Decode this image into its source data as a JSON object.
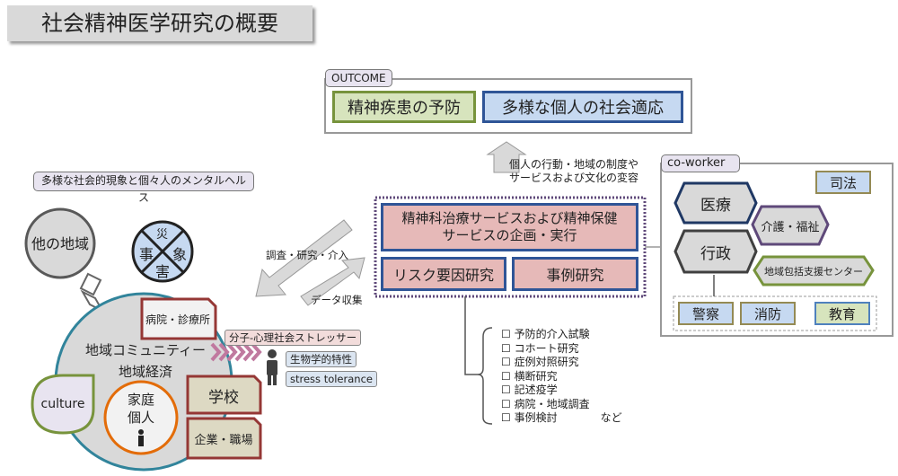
{
  "title": "社会精神医学研究の概要",
  "outcome": {
    "label": "OUTCOME",
    "items": [
      "精神疾患の予防",
      "多様な個人の社会適応"
    ]
  },
  "change_arrow_label": [
    "個人の行動・地域の制度や",
    "サービスおよび文化の変容"
  ],
  "research": {
    "main": [
      "精神科治療サービスおよび精神保健",
      "サービスの企画・実行"
    ],
    "sub": [
      "リスク要因研究",
      "事例研究"
    ]
  },
  "methods": {
    "items": [
      "予防的介入試験",
      "コホート研究",
      "症例対照研究",
      "横断研究",
      "記述疫学",
      "病院・地域調査",
      "事例検討"
    ],
    "suffix": "など",
    "checkbox": "☐"
  },
  "coworker": {
    "label": "co-worker",
    "justice": "司法",
    "medical": "医療",
    "care": "介護・福祉",
    "admin": "行政",
    "center": "地域包括支援センター",
    "agencies": [
      "警察",
      "消防"
    ],
    "education": "教育"
  },
  "left": {
    "heading": "多様な社会的現象と個々人のメンタルヘルス",
    "other_region": "他の地域",
    "events": {
      "top": "災",
      "left": "事",
      "right": "象",
      "bottom": "害"
    },
    "hospital": "病院・診療所",
    "community": [
      "地域コミュニティー",
      "地域経済"
    ],
    "culture": "culture",
    "family": [
      "家庭",
      "個人"
    ],
    "school": "学校",
    "workplace": "企業・職場",
    "stressor": "分子-心理社会ストレッサー",
    "biology": "生物学的特性",
    "tolerance": "stress tolerance"
  },
  "arrows": {
    "survey": "調査・研究・介入",
    "data": "データ収集"
  },
  "colors": {
    "green": "#77933c",
    "blue": "#2f5597",
    "pink": "#e6b9b8",
    "purple": "#5f497a",
    "teal": "#31849b",
    "orange": "#e36c09",
    "maroon": "#953735"
  }
}
